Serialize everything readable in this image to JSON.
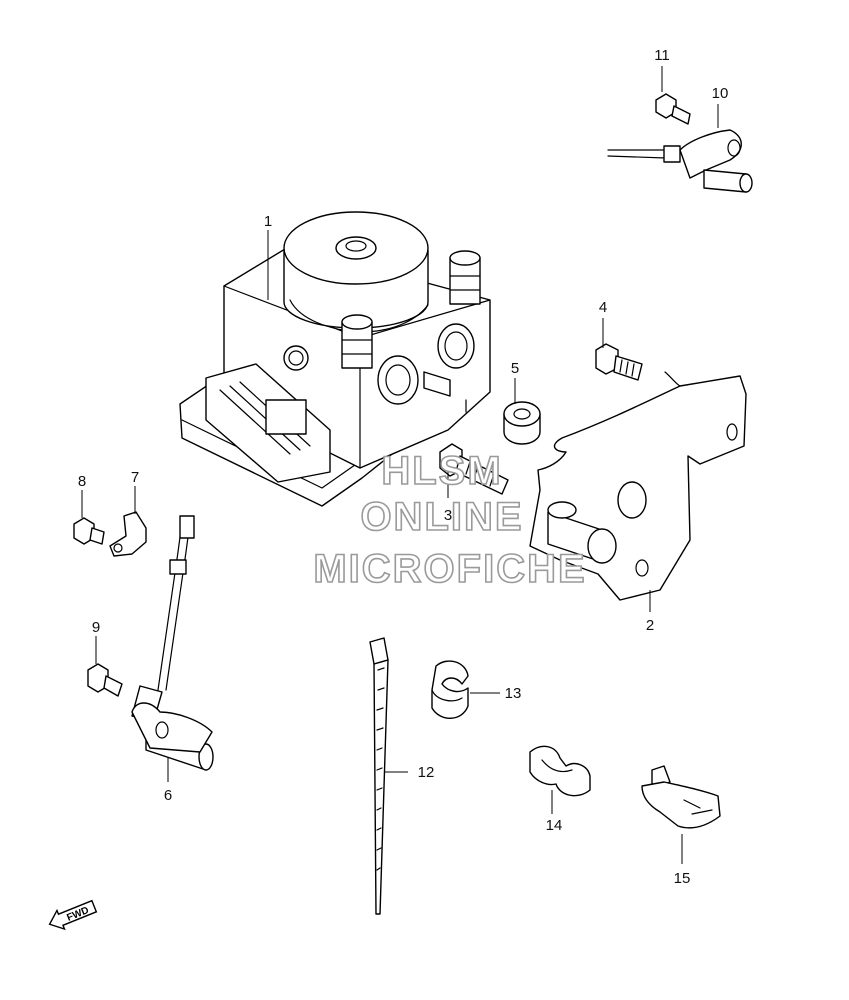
{
  "callouts": {
    "c1": "1",
    "c2": "2",
    "c3": "3",
    "c4": "4",
    "c5": "5",
    "c6": "6",
    "c7": "7",
    "c8": "8",
    "c9": "9",
    "c10": "10",
    "c11": "11",
    "c12": "12",
    "c13": "13",
    "c14": "14",
    "c15": "15"
  },
  "direction_marker": {
    "label": "FWD"
  },
  "watermark": {
    "line1": "HLSM",
    "line2": "ONLINE",
    "line3": "MICROFICHE",
    "color": "#9a9a9a"
  }
}
